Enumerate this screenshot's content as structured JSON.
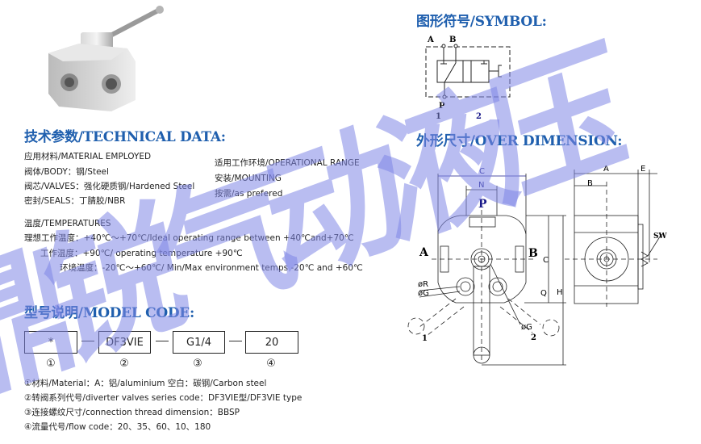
{
  "technical": {
    "title": "技术参数/TECHNICAL DATA:",
    "material_header": "应用材料/MATERIAL EMPLOYED",
    "body": "阀体/BODY：钢/Steel",
    "valves": "阀芯/VALVES：强化硬质钢/Hardened Steel",
    "seals": "密封/SEALS：丁腈胶/NBR",
    "operational_range": "适用工作环境/OPERATIONAL RANGE",
    "mounting": "安装/MOUNTING",
    "mounting_value": "按需/as prefered",
    "temperatures_header": "温度/TEMPERATURES",
    "ideal_temp": "理想工作温度：+40℃～+70℃/Ideal operating range between +40℃and+70℃",
    "operating_temp": "工作温度：+90℃/     operating temperature +90℃",
    "environment_temp": "环境温度：-20℃～+60℃/ Min/Max environment temps -20℃ and +60℃"
  },
  "model_code": {
    "title": "型号说明/MODEL CODE:",
    "boxes": [
      "*",
      "DF3VIE",
      "G1/4",
      "20"
    ],
    "numbers": [
      "①",
      "②",
      "③",
      "④"
    ],
    "notes": [
      "①材料/Material：A：铝/aluminium    空白：碳钢/Carbon steel",
      "②转阀系列代号/diverter valves series code：DF3VIE型/DF3VIE type",
      "③连接螺纹尺寸/connection thread dimension：BBSP",
      "④流量代号/flow code：20、35、60、10、180"
    ]
  },
  "symbol": {
    "title": "图形符号/SYMBOL:",
    "labels": {
      "a": "A",
      "b": "B",
      "p": "P",
      "one": "1",
      "two": "2"
    }
  },
  "dimension": {
    "title": "外形尺寸/OVER DIMENSION:",
    "labels": {
      "c": "C",
      "n": "N",
      "p": "P",
      "a": "A",
      "b": "B",
      "phi_r": "øR",
      "phi_g": "øG",
      "phi_g2": "øG",
      "q": "Q",
      "h": "H",
      "one": "1",
      "two": "2",
      "side_a": "A",
      "side_b": "B",
      "e": "E",
      "sw": "SW"
    }
  },
  "watermark": "鼎锐气动液压",
  "colors": {
    "title": "#1f5fae",
    "watermark": "#7f86e6"
  }
}
